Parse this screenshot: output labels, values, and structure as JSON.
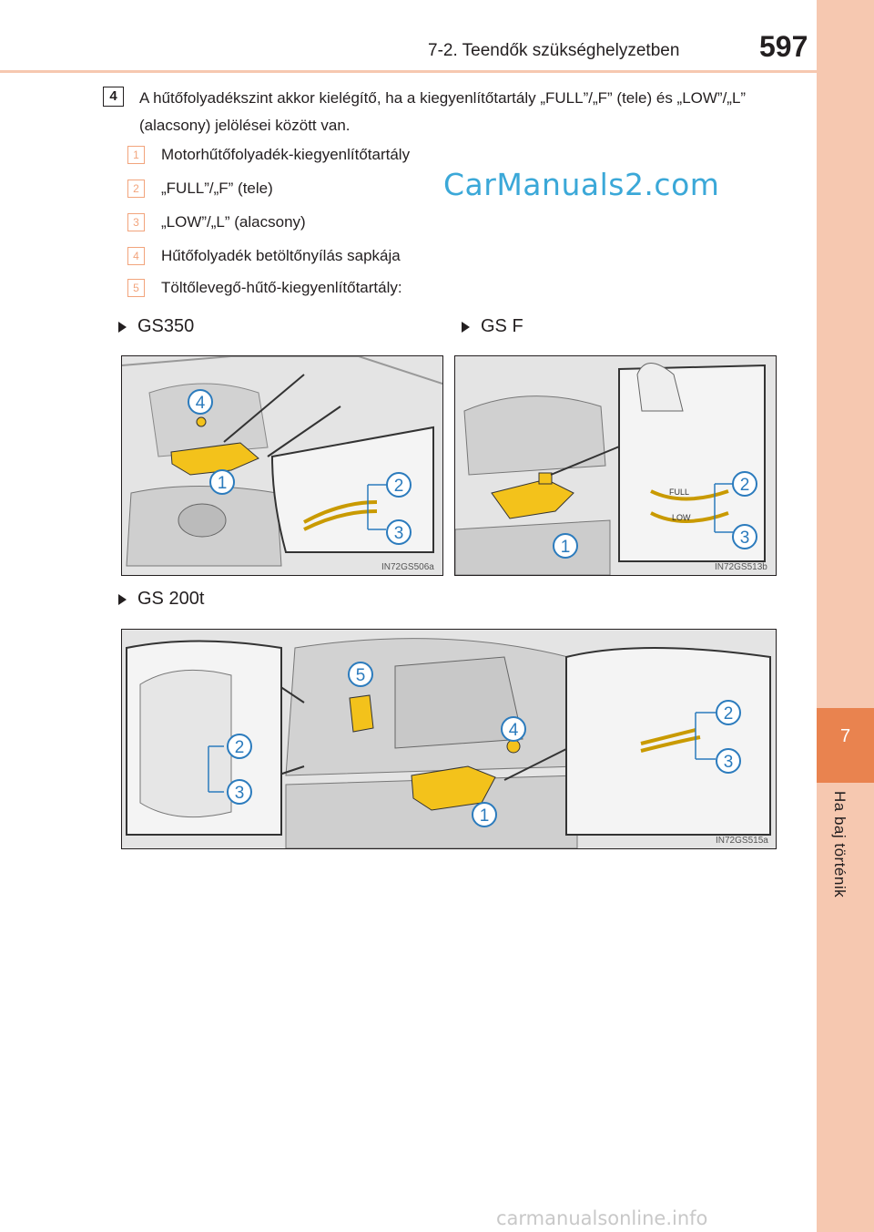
{
  "header": {
    "section_title": "7-2. Teendők szükséghelyzetben",
    "page_number": "597"
  },
  "side_tab": {
    "chapter_number": "7",
    "chapter_title": "Ha baj történik"
  },
  "step": {
    "number": "4",
    "text": "A hűtőfolyadékszint akkor kielégítő, ha a kiegyenlítőtartály „FULL”/„F” (tele) és „LOW”/„L” (alacsony) jelölései között van."
  },
  "legend": [
    {
      "num": "1",
      "label": "Motorhűtőfolyadék-kiegyenlítőtartály"
    },
    {
      "num": "2",
      "label": "„FULL”/„F” (tele)"
    },
    {
      "num": "3",
      "label": "„LOW”/„L” (alacsony)"
    },
    {
      "num": "4",
      "label": "Hűtőfolyadék betöltőnyílás sapkája"
    },
    {
      "num": "5",
      "label": "Töltőlevegő-hűtő-kiegyenlítőtartály:"
    }
  ],
  "watermark": "CarManuals2.com",
  "sections": {
    "gs350": {
      "title": "GS350",
      "code": "IN72GS506a"
    },
    "gsf": {
      "title": "GS F",
      "code": "IN72GS513b",
      "full_mark": "FULL",
      "low_mark": "LOW"
    },
    "gs200t": {
      "title": "GS 200t",
      "code": "IN72GS515a"
    }
  },
  "callouts": {
    "c1": "1",
    "c2": "2",
    "c3": "3",
    "c4": "4",
    "c5": "5"
  },
  "footer": "carmanualsonline.info",
  "colors": {
    "accent": "#e9834f",
    "tab": "#f6c8b0",
    "callout": "#2b7bbd",
    "tank": "#f3c21b"
  }
}
